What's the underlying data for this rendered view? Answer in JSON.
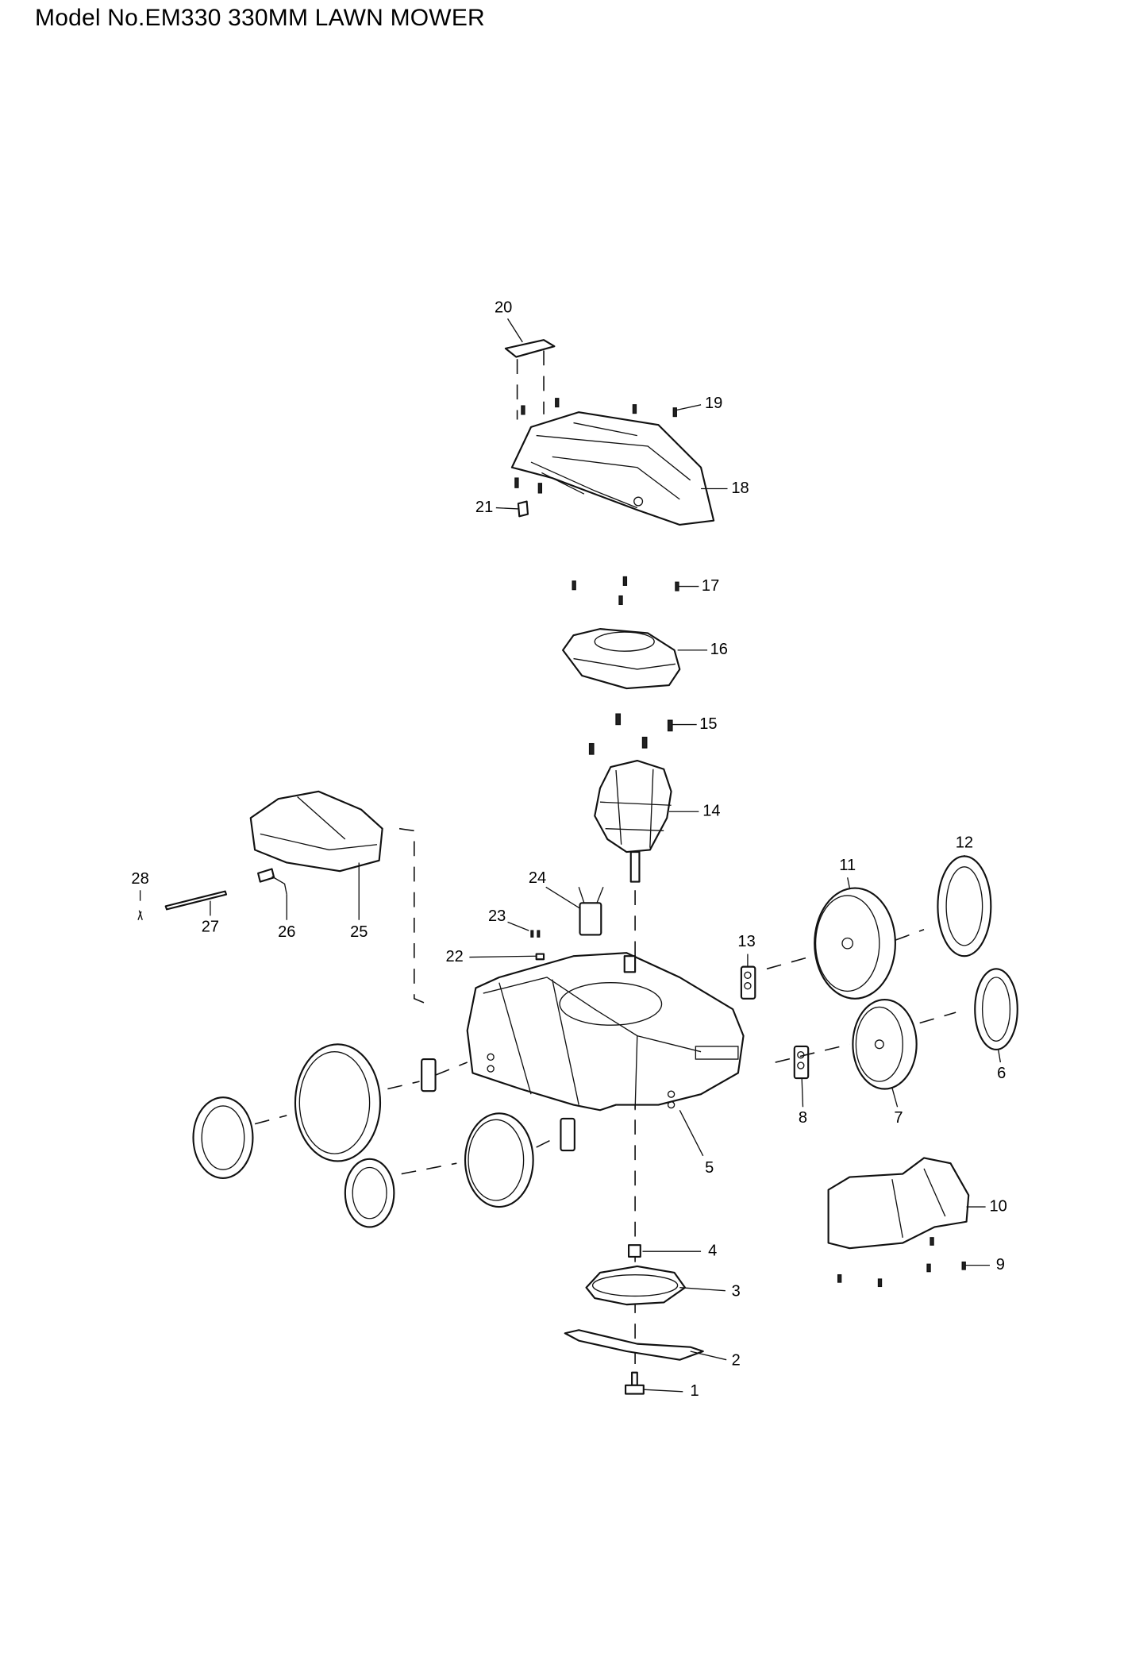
{
  "document": {
    "title": "Model No.EM330 330MM LAWN MOWER"
  },
  "parts": [
    {
      "number": "1"
    },
    {
      "number": "2"
    },
    {
      "number": "3"
    },
    {
      "number": "4"
    },
    {
      "number": "5"
    },
    {
      "number": "6"
    },
    {
      "number": "7"
    },
    {
      "number": "8"
    },
    {
      "number": "9"
    },
    {
      "number": "10"
    },
    {
      "number": "11"
    },
    {
      "number": "12"
    },
    {
      "number": "13"
    },
    {
      "number": "14"
    },
    {
      "number": "15"
    },
    {
      "number": "16"
    },
    {
      "number": "17"
    },
    {
      "number": "18"
    },
    {
      "number": "19"
    },
    {
      "number": "20"
    },
    {
      "number": "21"
    },
    {
      "number": "22"
    },
    {
      "number": "23"
    },
    {
      "number": "24"
    },
    {
      "number": "25"
    },
    {
      "number": "26"
    },
    {
      "number": "27"
    },
    {
      "number": "28"
    }
  ]
}
